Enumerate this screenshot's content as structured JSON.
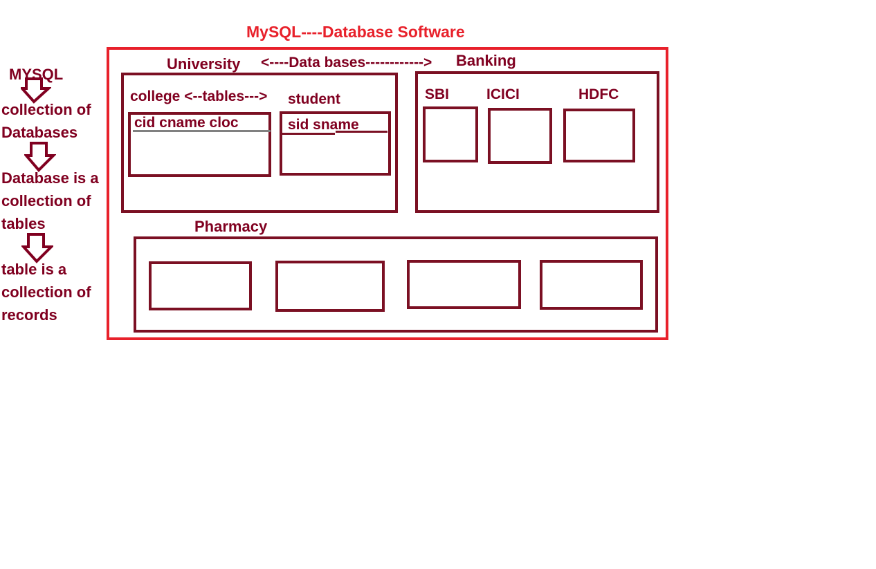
{
  "title": "MySQL----Database Software",
  "sidebar": {
    "top_label": "MYSQL",
    "step1": [
      "collection of",
      "Databases"
    ],
    "step2": [
      "Database is a",
      "collection of",
      "tables"
    ],
    "step3": [
      "table is a",
      "collection of",
      "records"
    ]
  },
  "databases_label": "<----Data bases------------>",
  "university": {
    "name": "University",
    "tables_label": "college <--tables--->",
    "college_columns": "cid  cname  cloc",
    "student_name": "student",
    "student_columns": "sid   sname"
  },
  "banking": {
    "name": "Banking",
    "banks": [
      "SBI",
      "ICICI",
      "HDFC"
    ]
  },
  "pharmacy": {
    "name": "Pharmacy"
  },
  "colors": {
    "outer_border": "#e8212b",
    "inner_border": "#7b1023",
    "text_dark": "#800020",
    "underline_gray": "#808080"
  }
}
